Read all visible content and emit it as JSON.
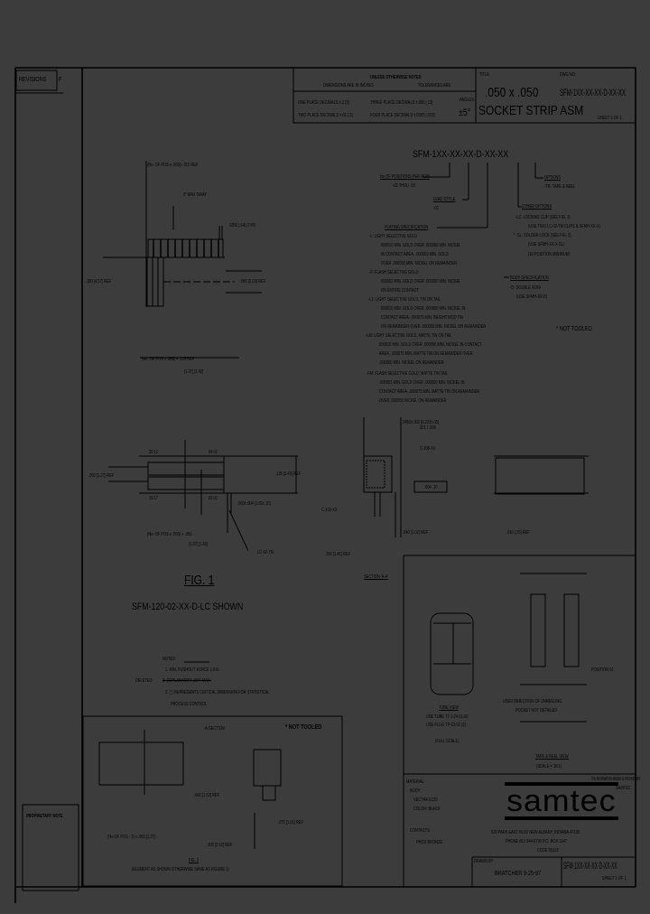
{
  "revisions": {
    "label": "REVISIONS",
    "rev": "F"
  },
  "title_block": {
    "unless_noted": "UNLESS OTHERWISE NOTED",
    "dims_in": "DIMENSIONS ARE IN INCHES",
    "tolerances": "TOLERANCES ARE:",
    "one_place": "ONE PLACE DECIMALS ±.1 [3]",
    "two_place": "TWO PLACE DECIMALS ±.01 [.3]",
    "three_place": "THREE PLACE DECIMALS ±.005 [.13]",
    "four_place": "FOUR PLACE DECIMALS ±.0005 [.013]",
    "angles_label": "ANGLES",
    "angles_value": "±5°",
    "title_label": "TITLE:",
    "title_line1": ".050 x .050",
    "title_line2": "SOCKET STRIP ASM",
    "dwg_label": "DWG NO:",
    "dwg_no": "SFM-1XX-XX-XX-D-XX-XX",
    "sheet": "SHEET 1 OF 1"
  },
  "part_number": "SFM-1XX-XX-XX-D-XX-XX",
  "callouts": {
    "positions_title": "No OF POSITIONS PER ROW",
    "positions_range": "-02 THRU -50",
    "lead_title": "LEAD STYLE",
    "lead_value": "-02",
    "plating_title": "PLATING SPECIFICATION",
    "plating": [
      "-L: LIGHT SELECTIVE GOLD",
      "000010 MIN. GOLD OVER .000050 MIN. NICKEL",
      "IN CONTACT AREA, .000003 MIN. GOLD",
      "OVER .000050 MIN. NICKEL ON REMAINDER",
      "-F: FLASH SELECTIVE GOLD",
      "000003 MIN. GOLD OVER .000050 MIN. NICKEL",
      "ON ENTIRE CONTACT",
      "-L1: LIGHT SELECTIVE GOLD, TIN ON TAIL",
      "000010 MIN. GOLD OVER .000050 MIN. NICKEL IN",
      "CONTACT AREA, .000075 MIN. BRIGHT MOD TIN",
      "ON REMAINDER OVER .000050 MIN. NICKEL ON REMAINDER",
      "-LM: LIGHT SELECTIVE GOLD, MATTE TIN ON TAIL",
      "000010 MIN. GOLD OVER .000050 MIN. NICKEL IN CONTACT",
      "AREA, .000075 MIN. MATTE TIN ON REMAINDER OVER",
      ".000050 MIN. NICKEL ON REMAINDER",
      "-FM: FLASH SELECTIVE GOLD, MATTE TIN TAIL",
      ".000003 MIN. GOLD OVER .000050 MIN. NICKEL IN",
      "CONTACT AREA, .000075 MIN. MATTE TIN ON REMAINDER",
      "OVER .000050 NICKEL ON REMAINDER"
    ],
    "options_title": "OPTIONS",
    "options_value": "-TR: TAPE & REEL",
    "other_title": "OTHER OPTIONS",
    "other": [
      "-LC: LOCKING CLIP (SEE FIG. 1)",
      "(USE TWO LC-02-TM CLIPS & SFMH-XX-X)",
      "* -SL: SOLDER LOCK (SEE FIG. 2)",
      "(USE SFMH-XX-X-SL)",
      "(10 POSITION MINIMUM)"
    ],
    "body_title": "BODY SPECIFICATION",
    "body": [
      "-D: DOUBLE ROW",
      "(USE SFMH-XX-D)"
    ],
    "not_tooled": "* NOT TOOLED"
  },
  "top_view": {
    "dim_top": "(No. OF POS x .050)+.015 REF",
    "sway": "2° MAX SWAY",
    "pitch": ".0250 [.64] (TYP)",
    "left_ref": ".180 [4.57] REF",
    "right_ref": ".080 [2.03] REF",
    "dim_bottom": "(No. OF POS x .050) + .115 REF",
    "dim_bottom_mm": "[1.27]   [2.92]"
  },
  "fig1": {
    "pos_tl": "20 12",
    "pos_tr": "04 02",
    "pos_bl": "19 17",
    "pos_br": "03 01",
    "row_pitch": ".050 [1.27] REF",
    "height_ref": ".135 [3.43] REF",
    "tail": ".065±.004 [1.65±.10]",
    "dim_bottom": "(No. OF POS x .050) + .065",
    "dim_bottom_mm": "[1.27]   [1.65]",
    "clip": "LC-02-TM",
    "fig_label": "FIG. 1",
    "fig_sub": "SFM-120-02-XX-D-LC SHOWN"
  },
  "section": {
    "width": ".2450±.002 [6.223±.05]",
    "width_lower": ".001 / .005",
    "mark1": "C-108-XX",
    "mark2": "C-103-XX",
    "tol": ".004 .10",
    "dim1": ".040 [1.02] REF",
    "dim2": ".256 [1.41] REF",
    "dim3": ".010 [.25] REF",
    "label": "SECTION 'A-A'"
  },
  "notes": {
    "title": "NOTES:",
    "items": [
      "1. MIN. PUSHOUT FORCE 1.5 lb.",
      "2. COPLANARITY .004\" MAX.",
      "3. ◯ REPRESENTS CRITICAL DIMENSION FOR STATISTICAL",
      "PROCESS CONTROL"
    ],
    "deleted": "DELETED"
  },
  "fig2": {
    "section_label": "A-SECTION",
    "not_tooled": "* NOT TOOLED",
    "dim_height": ".060 [1.52] REF",
    "dim_width": ".075 [1.91] REF",
    "dim_lead": ".103 [2.62] REF",
    "dim_pos": "(No OF POS - 3) x .050 [1.27]",
    "fig_label": "FIG. 2",
    "fig_sub": "(ELEMENT AS SHOWN OTHERWISE SAME AS FIGURE 1)"
  },
  "packaging": {
    "tube_title": "TUBE VIEW",
    "tube_line1": "USE TUBE TT-1-24-01-02",
    "tube_line2": "USE PLUG TP-23-02 (2)",
    "full_scale": "(FULL SCALE)",
    "position": "POSITION 01",
    "unreel": "USER DIRECTION OF UNREELING",
    "pocket": "POCKET NOT DETAILED",
    "reel_title": "TAPE & REEL VIEW",
    "reel_scale": "(SCALE = 10:1)"
  },
  "company_block": {
    "material_title": "MATERIAL:",
    "body_label": "BODY:",
    "body_material": "VECTRA E130",
    "color": "COLOR: BLACK",
    "contacts_label": "CONTACTS:",
    "contacts_material": "PHOS BRONZE",
    "proprietary_small": "THE INFORMATION HEREIN IS PROPRIETARY",
    "proprietary_small2": "SAMTEC",
    "logo": "samtec",
    "address": "520 PARK EAST BLVD   NEW ALBANY, INDIANA 47150",
    "phone": "PHONE 812 944-6733   P.O. BOX 1147",
    "code": "CODE 55322",
    "drawn_label": "DRAWN BY",
    "drawn_by": "BRATCHER 9-25-97",
    "dwg_no": "SFM-1XX-XX-XX-D-XX-XX",
    "sheet": "SHEET 1 OF 1"
  },
  "proprietary_note": "PROPRIETARY NOTE",
  "colors": {
    "background": "#3c3c3c",
    "ink": "#000000"
  }
}
